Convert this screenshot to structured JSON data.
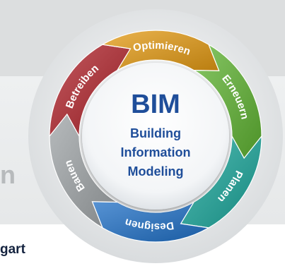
{
  "diagram": {
    "center": {
      "title": "BIM",
      "lines": [
        "Building",
        "Information",
        "Modeling"
      ]
    },
    "segments": [
      {
        "label": "Erneuern",
        "color": "#5fb332"
      },
      {
        "label": "Planen",
        "color": "#1aa59a"
      },
      {
        "label": "Designen",
        "color": "#1f6fc6"
      },
      {
        "label": "Bauen",
        "color": "#9ea3a6"
      },
      {
        "label": "Betreiben",
        "color": "#b0232b"
      },
      {
        "label": "Optimieren",
        "color": "#e39a13"
      }
    ]
  },
  "page": {
    "left_fragment": "n",
    "bottom_fragment": "gart"
  }
}
